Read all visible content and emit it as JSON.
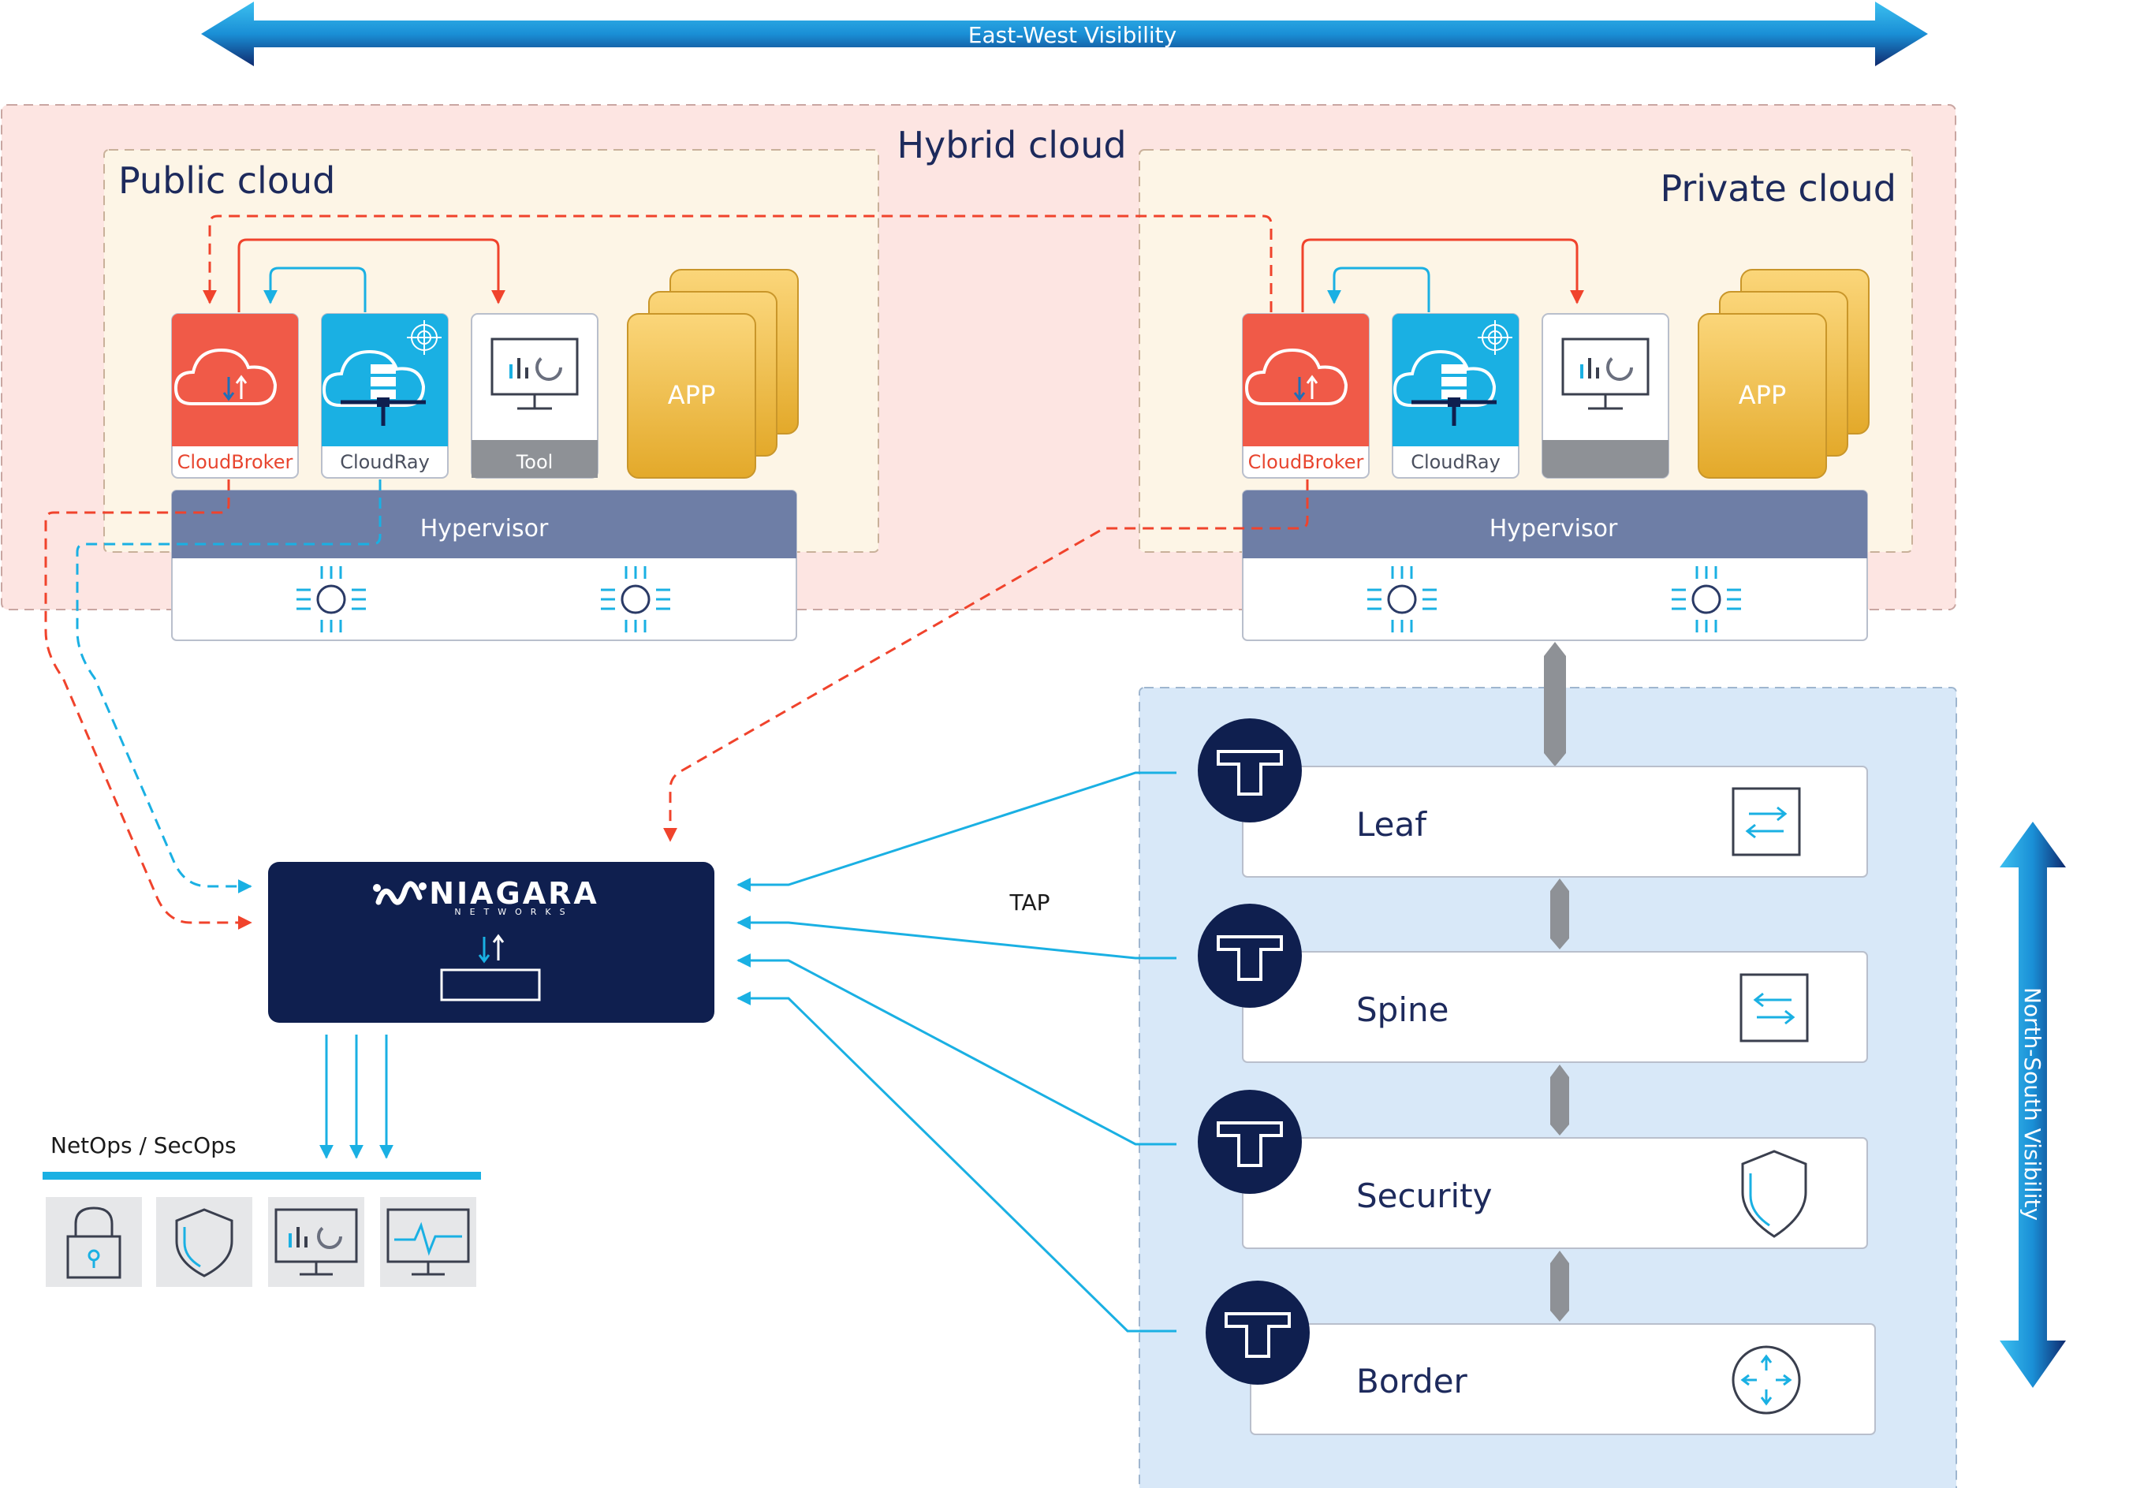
{
  "ew_label": "East-West Visibility",
  "ns_label": "North-South Visibility",
  "hybrid_label": "Hybrid cloud",
  "public": {
    "title": "Public cloud",
    "cloudbroker": "CloudBroker",
    "cloudray": "CloudRay",
    "tool": "Tool",
    "app": "APP",
    "hypervisor": "Hypervisor"
  },
  "private": {
    "title": "Private cloud",
    "cloudbroker": "CloudBroker",
    "cloudray": "CloudRay",
    "app": "APP",
    "hypervisor": "Hypervisor"
  },
  "niagara": {
    "brand": "NIAGARA",
    "sub": "NETWORKS"
  },
  "tap_label": "TAP",
  "netops_label": "NetOps / SecOps",
  "network": {
    "layers": [
      {
        "name": "Leaf",
        "icon": "switch-icon"
      },
      {
        "name": "Spine",
        "icon": "switch-icon"
      },
      {
        "name": "Security",
        "icon": "shield-icon"
      },
      {
        "name": "Border",
        "icon": "router-icon"
      }
    ]
  },
  "colors": {
    "red": "#f05a48",
    "blue": "#1ab0e3",
    "navy": "#0f1f4f",
    "gold": "#f5c24a",
    "hypervisor": "#6e7ea6",
    "hybrid_bg": "#fde5e2",
    "cloud_bg": "#fdf5e6",
    "network_bg": "#d8e8f8"
  }
}
